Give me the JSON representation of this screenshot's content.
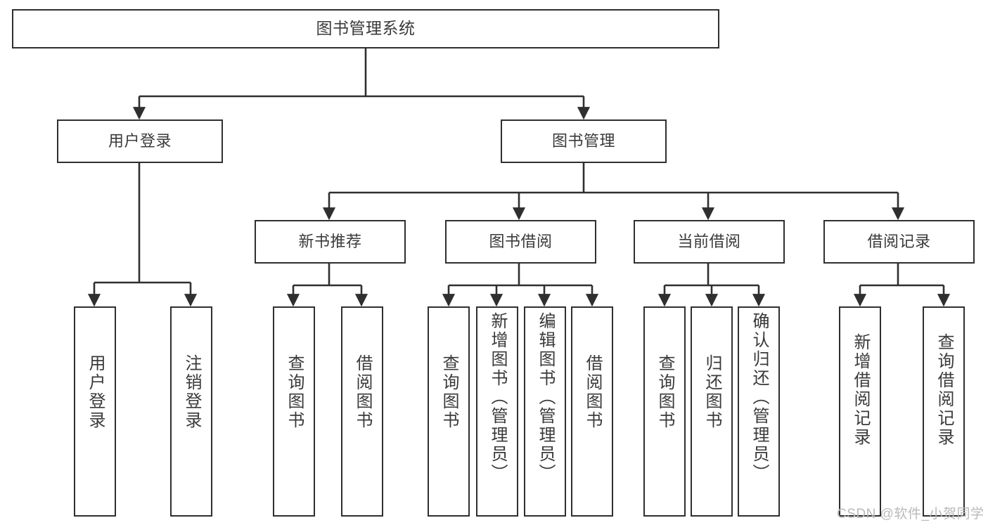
{
  "diagram": {
    "type": "hierarchy-tree",
    "title": "图书管理系统",
    "levels": 4,
    "colors": {
      "background": "#ffffff",
      "node_border": "#2f2f2f",
      "node_fill": "#ffffff",
      "edge": "#2f2f2f",
      "text": "#3a3a3a",
      "watermark": "#b9b9b9"
    },
    "nodes": {
      "root": {
        "label": "图书管理系统"
      },
      "level2": [
        {
          "label": "用户登录"
        },
        {
          "label": "图书管理"
        }
      ],
      "level3": [
        {
          "label": "新书推荐"
        },
        {
          "label": "图书借阅"
        },
        {
          "label": "当前借阅"
        },
        {
          "label": "借阅记录"
        }
      ],
      "leaves_user_login": [
        {
          "label": "用户登录"
        },
        {
          "label": "注销登录"
        }
      ],
      "leaves_new_book": [
        {
          "label": "查询图书"
        },
        {
          "label": "借阅图书"
        }
      ],
      "leaves_borrow": [
        {
          "label": "查询图书"
        },
        {
          "label": "新增图书（管理员）"
        },
        {
          "label": "编辑图书（管理员）"
        },
        {
          "label": "借阅图书"
        }
      ],
      "leaves_current": [
        {
          "label": "查询图书"
        },
        {
          "label": "归还图书"
        },
        {
          "label": "确认归还（管理员）"
        }
      ],
      "leaves_records": [
        {
          "label": "新增借阅记录"
        },
        {
          "label": "查询借阅记录"
        }
      ]
    },
    "watermark": "CSDN @软件_小贺同学"
  }
}
